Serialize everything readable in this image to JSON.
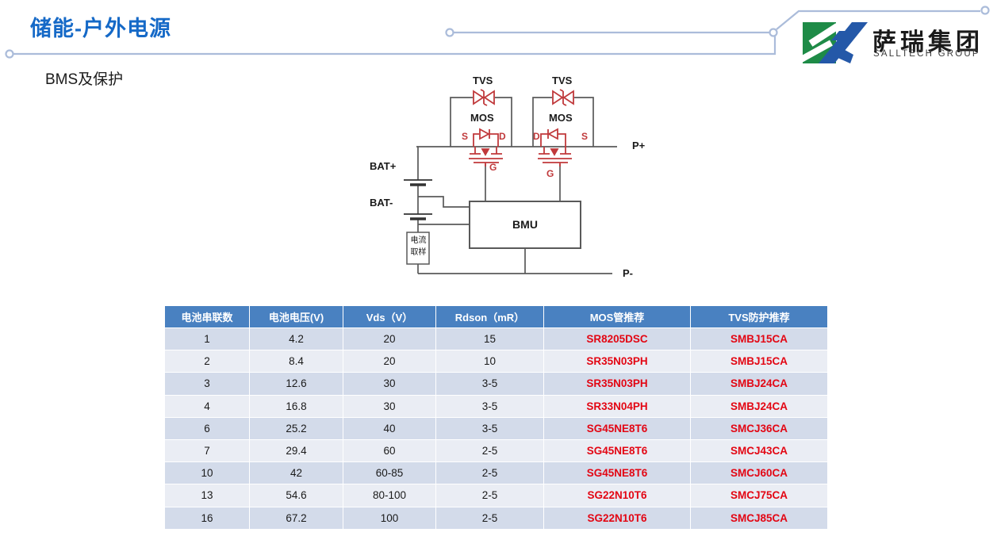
{
  "slide": {
    "title": "储能-户外电源",
    "subtitle": "BMS及保护"
  },
  "logo": {
    "company_cn": "萨瑞集团",
    "company_en": "SALLTECH GROUP",
    "mark_green": "#1E8B47",
    "mark_blue": "#2458A8"
  },
  "colors": {
    "title_blue": "#1569C7",
    "deco_line": "#ABBCDA",
    "table_header_blue": "#4981C1",
    "row_band_dark": "#D3DBEA",
    "row_band_light": "#EAEDF4",
    "part_number_red": "#E30613",
    "circuit_symbol_red": "#C0393B",
    "wire_gray": "#595959"
  },
  "diagram": {
    "labels": {
      "tvs_left": "TVS",
      "tvs_right": "TVS",
      "mos_left": "MOS",
      "mos_right": "MOS",
      "s_left": "S",
      "d_left": "D",
      "g_left": "G",
      "d_right": "D",
      "s_right": "S",
      "g_right": "G",
      "bat_plus": "BAT+",
      "bat_minus": "BAT-",
      "bmu": "BMU",
      "current_sample": "电流取样",
      "p_plus": "P+",
      "p_minus": "P-"
    }
  },
  "table": {
    "headers": [
      "电池串联数",
      "电池电压(V)",
      "Vds（V）",
      "Rdson（mR）",
      "MOS管推荐",
      "TVS防护推荐"
    ],
    "rows": [
      {
        "series": "1",
        "voltage": "4.2",
        "vds": "20",
        "rdson": "15",
        "mos": "SR8205DSC",
        "tvs": "SMBJ15CA"
      },
      {
        "series": "2",
        "voltage": "8.4",
        "vds": "20",
        "rdson": "10",
        "mos": "SR35N03PH",
        "tvs": "SMBJ15CA"
      },
      {
        "series": "3",
        "voltage": "12.6",
        "vds": "30",
        "rdson": "3-5",
        "mos": "SR35N03PH",
        "tvs": "SMBJ24CA"
      },
      {
        "series": "4",
        "voltage": "16.8",
        "vds": "30",
        "rdson": "3-5",
        "mos": "SR33N04PH",
        "tvs": "SMBJ24CA"
      },
      {
        "series": "6",
        "voltage": "25.2",
        "vds": "40",
        "rdson": "3-5",
        "mos": "SG45NE8T6",
        "tvs": "SMCJ36CA"
      },
      {
        "series": "7",
        "voltage": "29.4",
        "vds": "60",
        "rdson": "2-5",
        "mos": "SG45NE8T6",
        "tvs": "SMCJ43CA"
      },
      {
        "series": "10",
        "voltage": "42",
        "vds": "60-85",
        "rdson": "2-5",
        "mos": "SG45NE8T6",
        "tvs": "SMCJ60CA"
      },
      {
        "series": "13",
        "voltage": "54.6",
        "vds": "80-100",
        "rdson": "2-5",
        "mos": "SG22N10T6",
        "tvs": "SMCJ75CA"
      },
      {
        "series": "16",
        "voltage": "67.2",
        "vds": "100",
        "rdson": "2-5",
        "mos": "SG22N10T6",
        "tvs": "SMCJ85CA"
      }
    ]
  }
}
